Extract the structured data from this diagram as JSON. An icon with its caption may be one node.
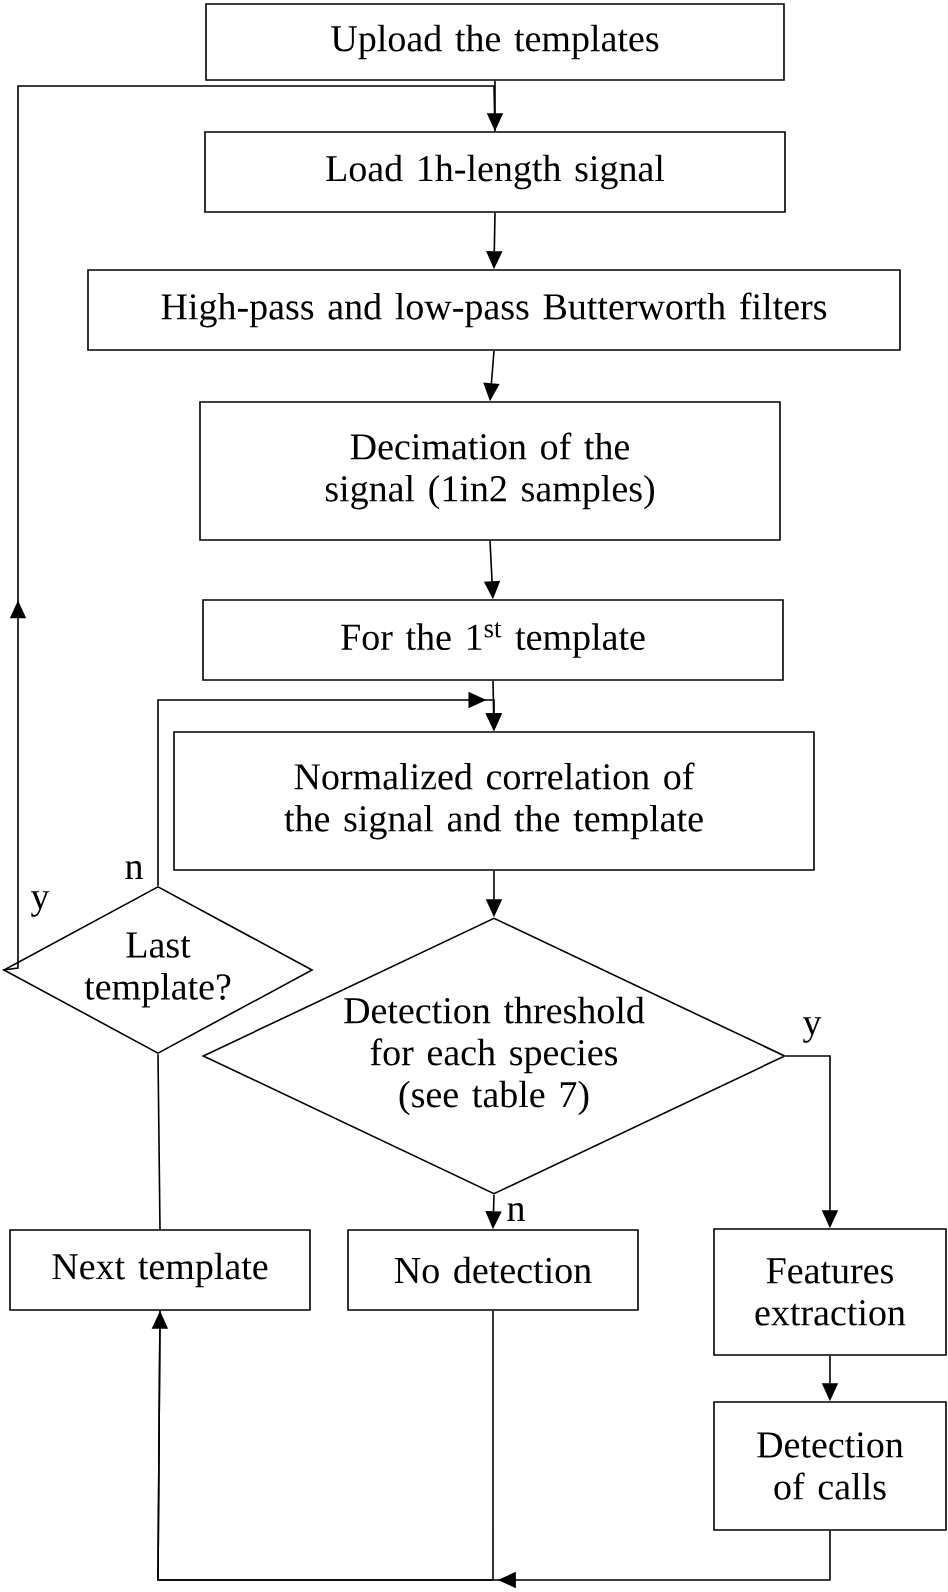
{
  "diagram": {
    "nodes": [
      {
        "text": [
          "Upload the templates"
        ]
      },
      {
        "text": [
          "Load 1h-length signal"
        ]
      },
      {
        "text": [
          "High-pass and low-pass Butterworth filters"
        ]
      },
      {
        "text": [
          "Decimation of the signal (1in2 samples)"
        ]
      },
      {
        "text": [
          "For the 1$^{st}$ template"
        ]
      },
      {
        "text": [
          "Normalized correlation of the signal and the template"
        ]
      },
      {
        "text": [
          "Last template?"
        ]
      },
      {
        "text": [
          "Detection threshold for each species (see table 7)"
        ]
      },
      {
        "text": [
          "Next template"
        ]
      },
      {
        "text": [
          "No detection"
        ]
      },
      {
        "text": [
          "Features extraction"
        ]
      },
      {
        "text": [
          "Detection of calls"
        ]
      }
    ],
    "edges": [
      {
        "from": 0,
        "to": 1,
        "arrow": "to"
      },
      {
        "from": 1,
        "to": 2,
        "arrow": "to"
      },
      {
        "from": 2,
        "to": 3,
        "arrow": "to"
      },
      {
        "from": 3,
        "to": 4,
        "arrow": "to"
      },
      {
        "from": 4,
        "to": 5,
        "arrow": "to"
      },
      {
        "from": 5,
        "to": 7,
        "arrow": "to"
      },
      {
        "from": 7,
        "to": 9,
        "arrow": "to",
        "label": "n"
      },
      {
        "from": 7,
        "to": 10,
        "arrow": "to",
        "label": "y"
      },
      {
        "from": 10,
        "to": 11,
        "arrow": "to"
      },
      {
        "from": 9,
        "to": 8,
        "arrow": "none"
      },
      {
        "from": 11,
        "to": 8,
        "arrow": "to"
      },
      {
        "from": 8,
        "to": 6,
        "arrow": "none"
      },
      {
        "from": 6,
        "to": 1,
        "arrow": "to",
        "label": "y"
      },
      {
        "from": 6,
        "to": 5,
        "arrow": "to",
        "label": "n"
      }
    ]
  }
}
